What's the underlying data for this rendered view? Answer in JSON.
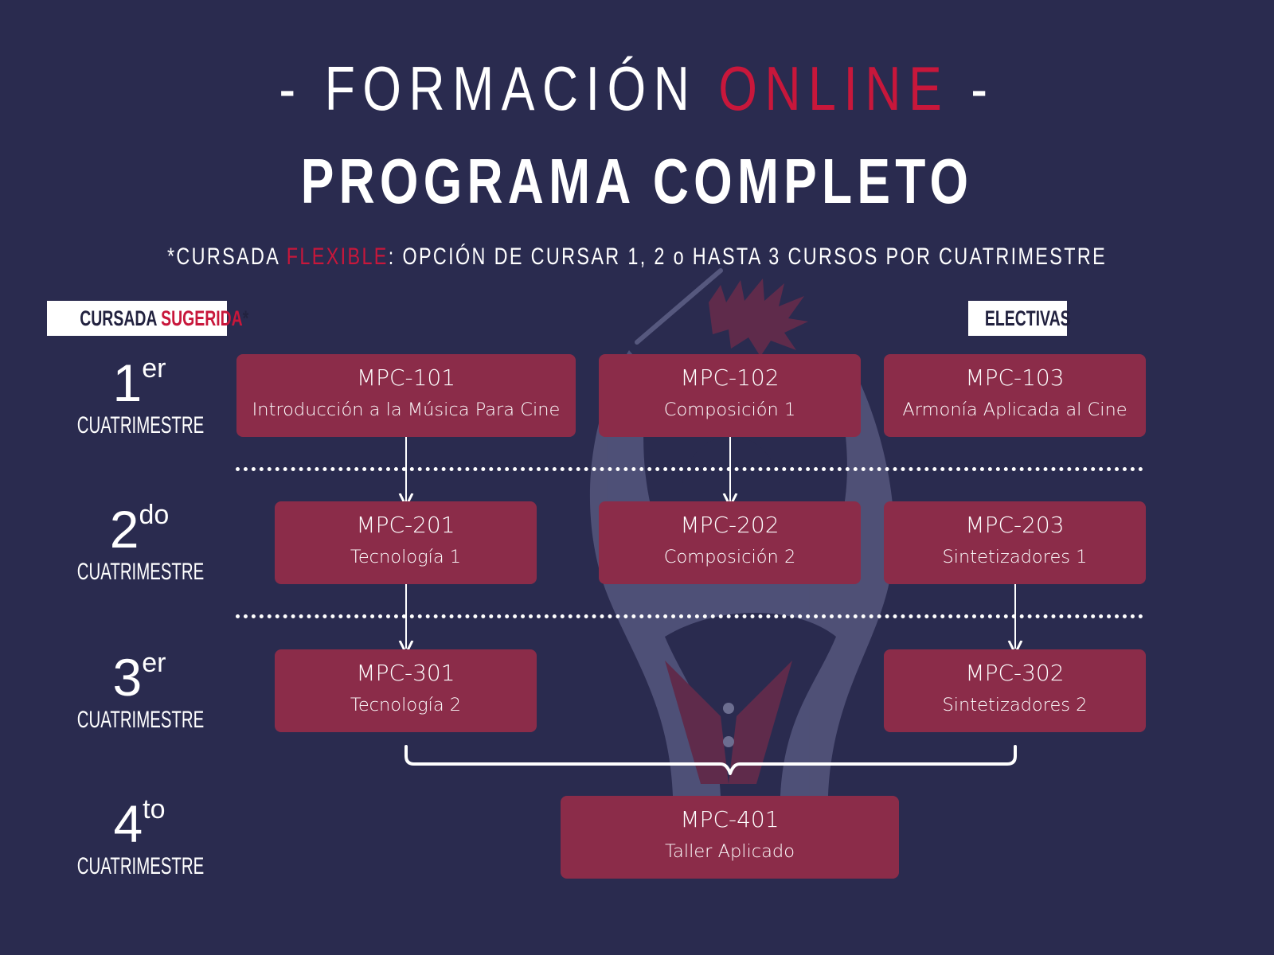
{
  "header": {
    "title_line1_prefix": "- FORMACIÓN ",
    "title_line1_accent": "ONLINE",
    "title_line1_suffix": " -",
    "title_line2": "PROGRAMA COMPLETO",
    "subtitle_prefix": "*CURSADA ",
    "subtitle_accent": "FLEXIBLE",
    "subtitle_suffix": ": OPCIÓN DE CURSAR 1, 2 o HASTA 3 CURSOS POR CUATRIMESTRE"
  },
  "tags": {
    "suggested_prefix": "CURSADA ",
    "suggested_accent": "SUGERIDA",
    "suggested_suffix": "*",
    "electives": "ELECTIVAS"
  },
  "terms": [
    {
      "number": "1",
      "suffix": "er",
      "label": "CUATRIMESTRE"
    },
    {
      "number": "2",
      "suffix": "do",
      "label": "CUATRIMESTRE"
    },
    {
      "number": "3",
      "suffix": "er",
      "label": "CUATRIMESTRE"
    },
    {
      "number": "4",
      "suffix": "to",
      "label": "CUATRIMESTRE"
    }
  ],
  "courses": {
    "mpc101": {
      "code": "MPC-101",
      "name": "Introducción a la Música Para Cine"
    },
    "mpc102": {
      "code": "MPC-102",
      "name": "Composición 1"
    },
    "mpc103": {
      "code": "MPC-103",
      "name": "Armonía Aplicada al Cine"
    },
    "mpc201": {
      "code": "MPC-201",
      "name": "Tecnología 1"
    },
    "mpc202": {
      "code": "MPC-202",
      "name": "Composición 2"
    },
    "mpc203": {
      "code": "MPC-203",
      "name": "Sintetizadores 1"
    },
    "mpc301": {
      "code": "MPC-301",
      "name": "Tecnología 2"
    },
    "mpc302": {
      "code": "MPC-302",
      "name": "Sintetizadores 2"
    },
    "mpc401": {
      "code": "MPC-401",
      "name": "Taller Aplicado"
    }
  },
  "colors": {
    "background": "#2a2b4f",
    "course_box": "#8b2c49",
    "accent": "#c8173b",
    "watermark": "#5a5c84"
  },
  "icons": {
    "watermark": "conductor-silhouette-icon"
  }
}
